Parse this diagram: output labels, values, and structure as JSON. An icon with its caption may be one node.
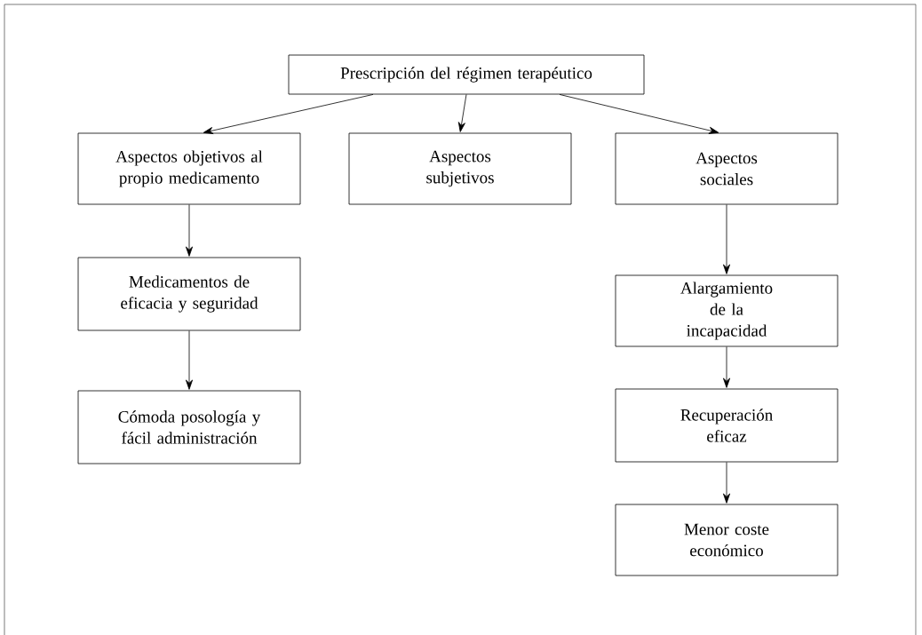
{
  "diagram": {
    "nodes": [
      {
        "text": [
          "Prescripción del régimen terapéutico"
        ]
      },
      {
        "text": [
          "Aspectos objetivos al propio medicamento"
        ]
      },
      {
        "text": [
          "Aspectos subjetivos"
        ]
      },
      {
        "text": [
          "Aspectos sociales"
        ]
      },
      {
        "text": [
          "Medicamentos de eficacia y seguridad"
        ]
      },
      {
        "text": [
          "Cómoda posología y fácil administración"
        ]
      },
      {
        "text": [
          "Alargamiento de la incapacidad"
        ]
      },
      {
        "text": [
          "Recuperación eficaz"
        ]
      },
      {
        "text": [
          "Menor coste económico"
        ]
      }
    ],
    "edges": [
      {
        "from": 0,
        "to": 1,
        "arrow": "to"
      },
      {
        "from": 0,
        "to": 2,
        "arrow": "to"
      },
      {
        "from": 0,
        "to": 3,
        "arrow": "to"
      },
      {
        "from": 1,
        "to": 4,
        "arrow": "to"
      },
      {
        "from": 4,
        "to": 5,
        "arrow": "to"
      },
      {
        "from": 3,
        "to": 6,
        "arrow": "to"
      },
      {
        "from": 6,
        "to": 7,
        "arrow": "to"
      },
      {
        "from": 7,
        "to": 8,
        "arrow": "to"
      }
    ]
  }
}
